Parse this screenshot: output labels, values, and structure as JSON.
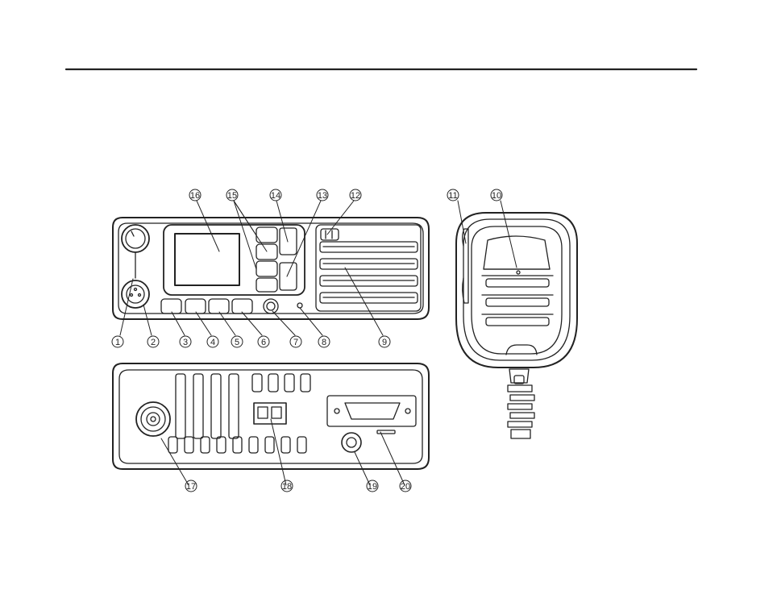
{
  "callouts": {
    "c1": "1",
    "c2": "2",
    "c3": "3",
    "c4": "4",
    "c5": "5",
    "c6": "6",
    "c7": "7",
    "c8": "8",
    "c9": "9",
    "c10": "10",
    "c11": "11",
    "c12": "12",
    "c13": "13",
    "c14": "14",
    "c15": "15",
    "c16": "16",
    "c17": "17",
    "c18": "18",
    "c19": "19",
    "c20": "20"
  },
  "colors": {
    "line": "#222222",
    "background": "#ffffff"
  }
}
